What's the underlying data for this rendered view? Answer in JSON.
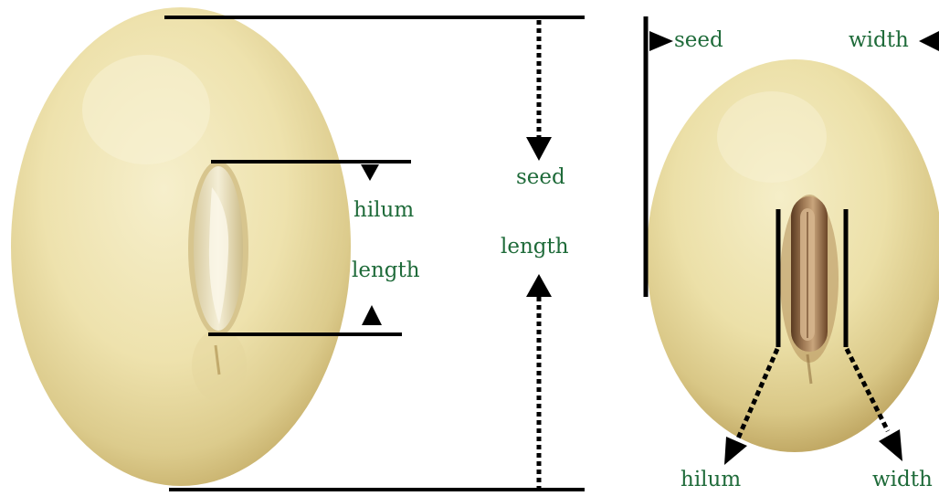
{
  "labels": {
    "left_hilum": "hilum",
    "left_length": "length",
    "seed": "seed",
    "seed_length": "length",
    "right_seed": "seed",
    "right_width": "width",
    "bottom_hilum": "hilum",
    "bottom_width": "width"
  },
  "colors": {
    "label_text": "#1f6b3a",
    "seed_fill": "#eee4b0",
    "seed_shadow": "#c9b572",
    "hilum_fill": "#8b6440",
    "lines": "#000000"
  }
}
